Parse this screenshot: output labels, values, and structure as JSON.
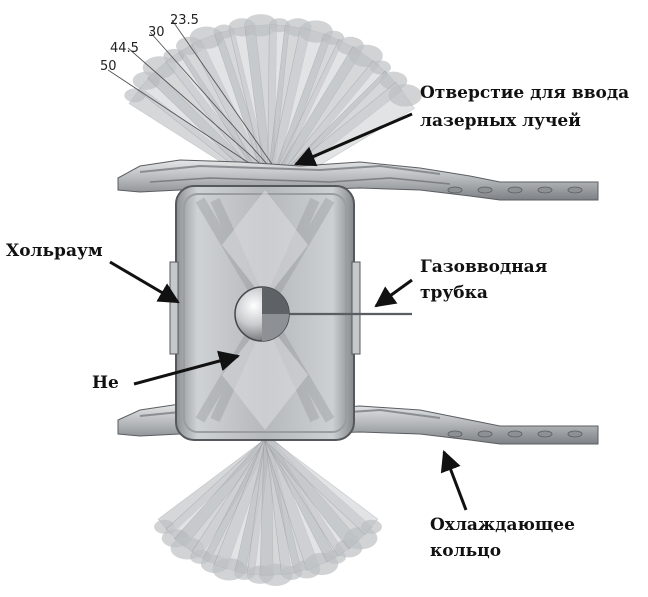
{
  "angles": [
    "23.5",
    "30",
    "44.5",
    "50"
  ],
  "labels": {
    "laser_entrance": [
      "Отверстие для ввода",
      "лазерных лучей"
    ],
    "hohlraum": "Хольраум",
    "gas_tube": [
      "Газовводная",
      "трубка"
    ],
    "helium": "He",
    "cooling_ring": [
      "Охлаждающее",
      "кольцо"
    ]
  },
  "colors": {
    "metal": "#b9bcbf",
    "metal_dark": "#6f7276",
    "beam": "#9a9ea2",
    "arrow": "#111111"
  }
}
